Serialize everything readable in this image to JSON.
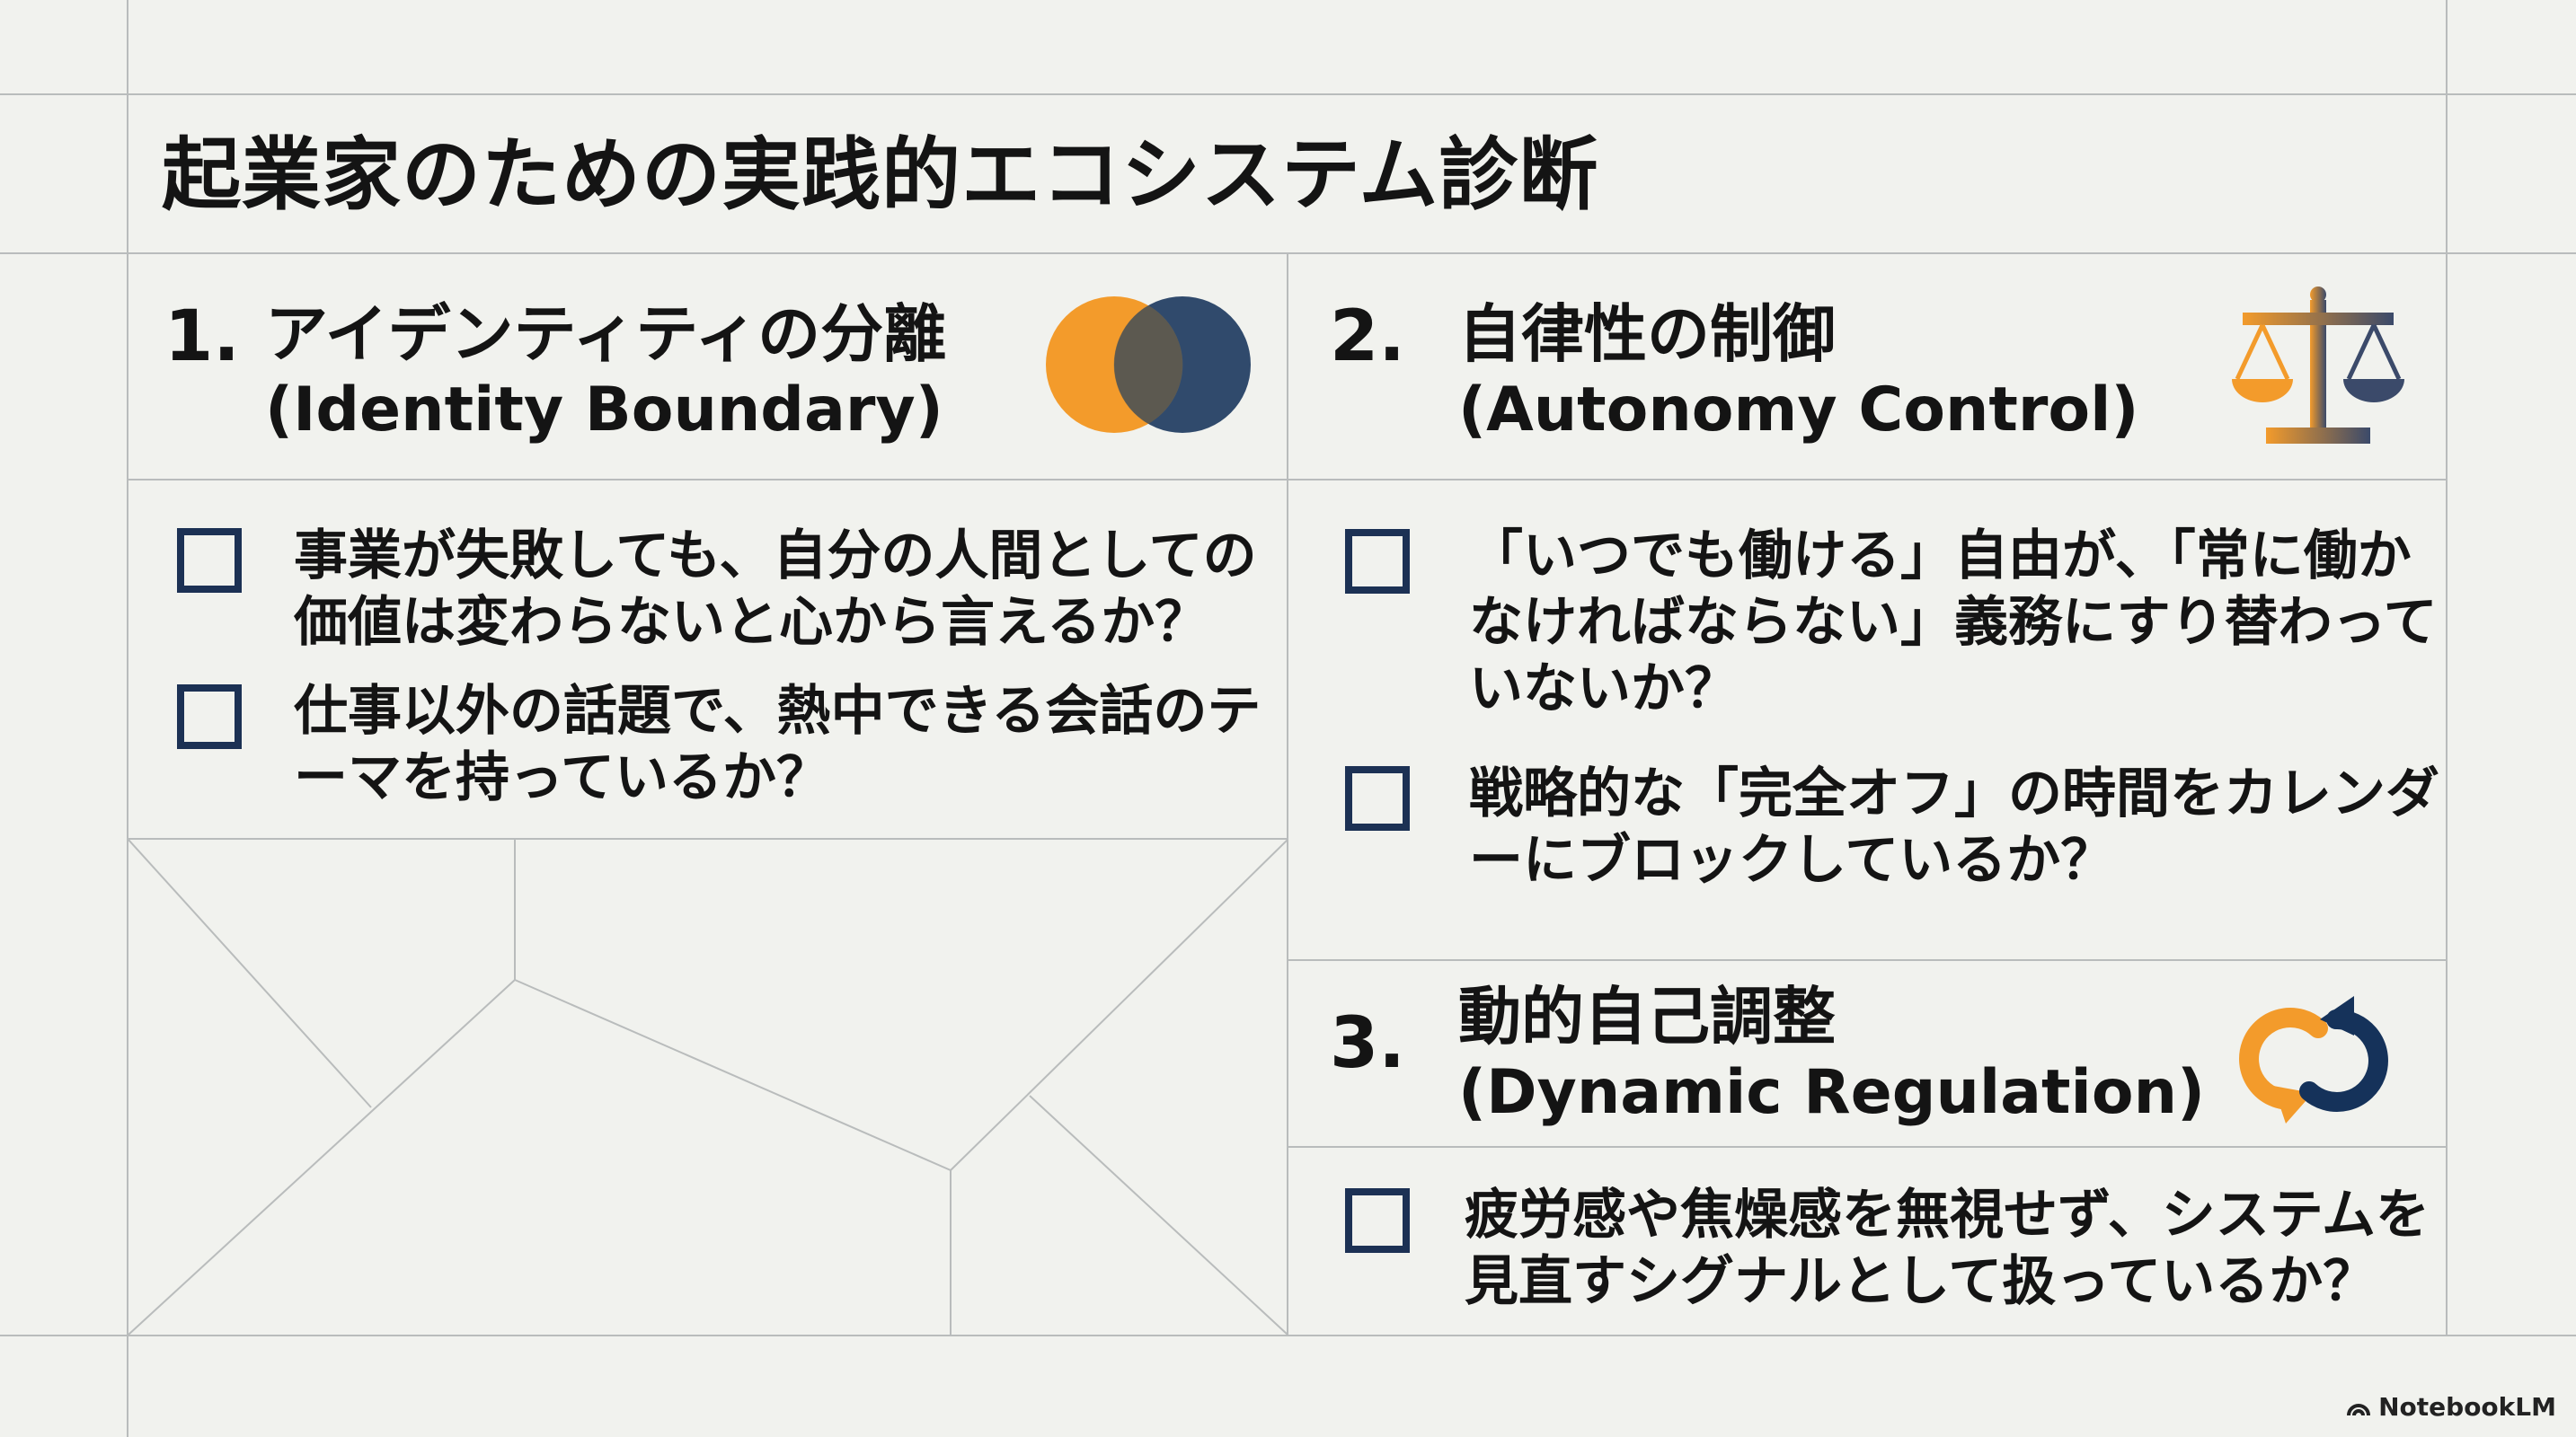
{
  "page": {
    "title": "起業家のための実践的エコシステム診断"
  },
  "sections": [
    {
      "number": "1.",
      "title": "アイデンティティの分離",
      "subtitle": "(Identity Boundary)",
      "icon": "overlapping-circles-icon",
      "items": [
        {
          "lines": [
            "事業が失敗しても、自分の人間としての",
            "価値は変わらないと心から言えるか？"
          ]
        },
        {
          "lines": [
            "仕事以外の話題で、熱中できる会話のテ",
            "ーマを持っているか？"
          ]
        }
      ]
    },
    {
      "number": "2.",
      "title": "自律性の制御",
      "subtitle": "(Autonomy Control)",
      "icon": "balance-scale-icon",
      "items": [
        {
          "lines": [
            "「いつでも働ける」自由が、「常に働か",
            "なければならない」義務にすり替わって",
            "いないか？"
          ]
        },
        {
          "lines": [
            "戦略的な「完全オフ」の時間をカレンダ",
            "ーにブロックしているか？"
          ]
        }
      ]
    },
    {
      "number": "3.",
      "title": "動的自己調整",
      "subtitle": "(Dynamic Regulation)",
      "icon": "refresh-cycle-icon",
      "items": [
        {
          "lines": [
            "疲労感や焦燥感を無視せず、システムを",
            "見直すシグナルとして扱っているか？"
          ]
        }
      ]
    }
  ],
  "colors": {
    "orange": "#f39b2b",
    "navy": "#15325a",
    "checkbox": "#1c3154",
    "grid": "#b9bcbc",
    "background": "#f1f2ee"
  },
  "footer": {
    "brand": "NotebookLM"
  }
}
